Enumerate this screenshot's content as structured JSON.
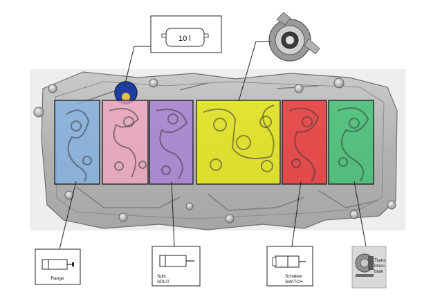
{
  "callouts": {
    "reservoir": {
      "label": "10 l"
    },
    "range": {
      "label": "Range"
    },
    "split": {
      "line1": "Split",
      "line2": "SPLIT"
    },
    "switch": {
      "line1": "Schalten",
      "line2": "SWITCH"
    },
    "brake": {
      "line1": "Trans",
      "line2": "missi",
      "line3": "brak"
    }
  },
  "zones": [
    {
      "name": "range-zone",
      "color": "#7fb2e5"
    },
    {
      "name": "split-zone-pink",
      "color": "#f2a7c3"
    },
    {
      "name": "split-zone-purple",
      "color": "#a77fd6"
    },
    {
      "name": "center-zone",
      "color": "#f0f000"
    },
    {
      "name": "switch-zone",
      "color": "#f03030"
    },
    {
      "name": "brake-zone",
      "color": "#2fc46a"
    }
  ],
  "colors": {
    "background": "#ffffff",
    "housing": "#b8b8b8",
    "housing_dark": "#8a8a8a",
    "blue_cap": "#1f3fa0"
  }
}
